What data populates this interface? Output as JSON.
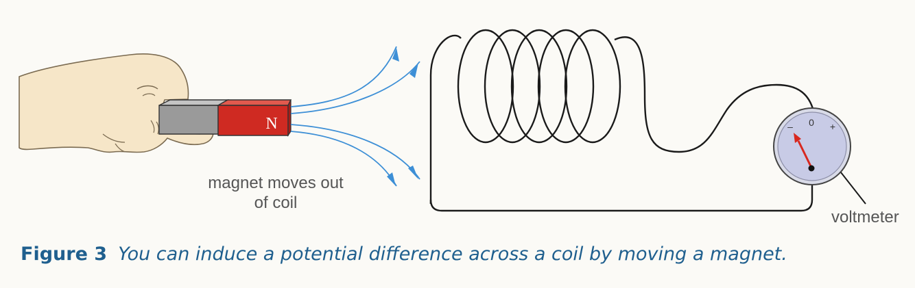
{
  "magnet": {
    "pole_label": "N"
  },
  "labels": {
    "magnet_line1": "magnet moves out",
    "magnet_line2": "of coil",
    "voltmeter": "voltmeter"
  },
  "meter": {
    "minus": "–",
    "zero": "0",
    "plus": "+"
  },
  "caption": {
    "number": "Figure 3",
    "text": "You can induce a potential difference across a coil by moving a magnet."
  },
  "colors": {
    "magnet_red": "#cf2a22",
    "magnet_grey": "#9a9a9a",
    "field_lines": "#3d8fd6",
    "wire": "#1a1a1a",
    "meter_face": "#c8cbe6",
    "needle": "#d8281f",
    "caption": "#1f5f8e",
    "skin": "#f6e6c8"
  }
}
